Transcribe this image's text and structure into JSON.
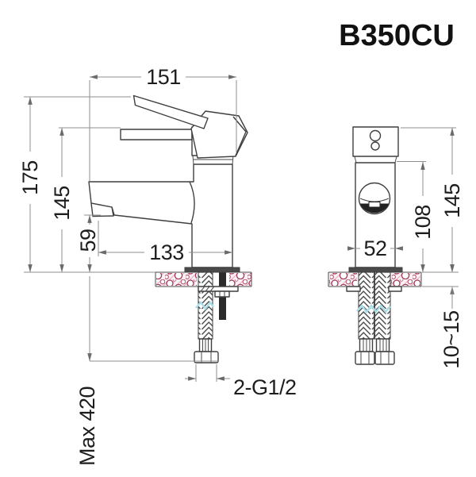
{
  "title": "B350CU",
  "front_view": {
    "overall_width": "151",
    "total_height": "175",
    "body_height": "145",
    "spout_outlet_height": "59",
    "spout_reach": "133",
    "max_hose_length": "Max 420",
    "connection_thread": "2-G1/2"
  },
  "side_view": {
    "height_to_shoulder": "108",
    "total_height": "145",
    "body_width": "52",
    "mounting_thickness": "10~15"
  },
  "colors": {
    "counter_accent": "#a13a58",
    "counter_hatch": "#e3a7bc",
    "break_mark": "#aadee8",
    "dimension_line": "#8f8f8f",
    "outline": "#3f3f3f"
  }
}
